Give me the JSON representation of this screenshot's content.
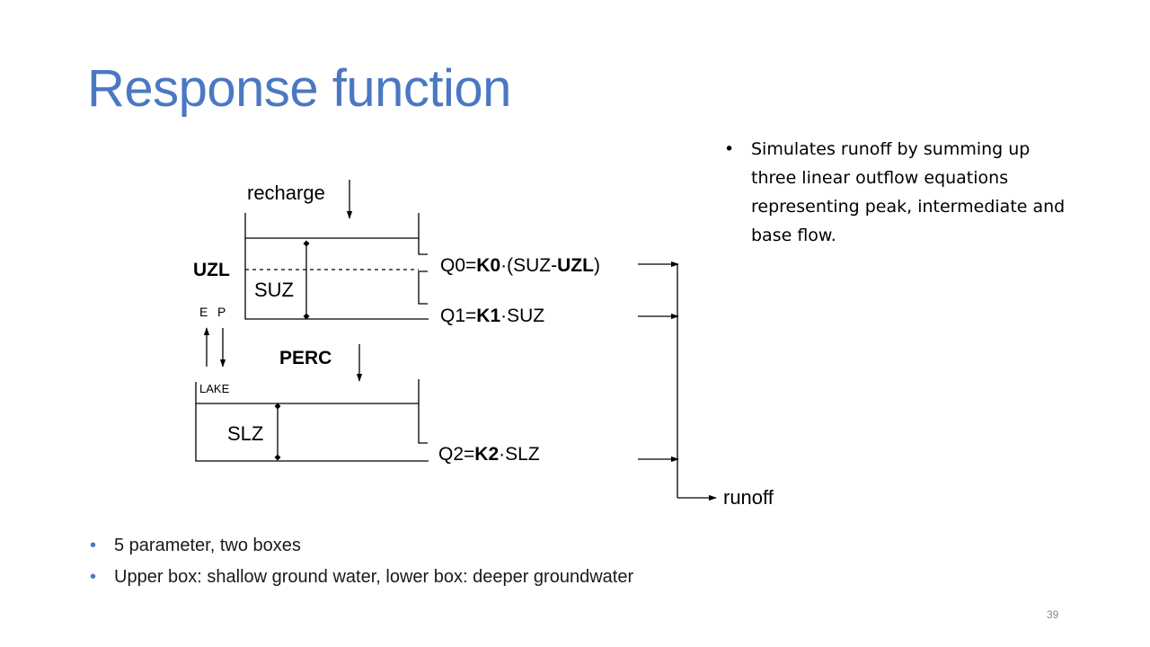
{
  "slide": {
    "title": "Response function",
    "title_color": "#4a78c2",
    "page_number": "39"
  },
  "notes": {
    "bullet_glyph": "•",
    "right_bullets": [
      "Simulates runoff by summing up three linear outflow equations representing peak, intermediate and base flow."
    ],
    "bottom_bullets": [
      "5 parameter, two boxes",
      "Upper box: shallow ground water, lower box: deeper groundwater"
    ]
  },
  "diagram": {
    "recharge": "recharge",
    "uzl": "UZL",
    "suz": "SUZ",
    "e": "E",
    "p": "P",
    "perc": "PERC",
    "lake": "LAKE",
    "slz": "SLZ",
    "runoff": "runoff",
    "q0": {
      "prefix": "Q0=",
      "param": "K0",
      "mid": "·(SUZ-",
      "param2": "UZL",
      "suffix": ")"
    },
    "q1": {
      "prefix": "Q1=",
      "param": "K1",
      "suffix": "·SUZ"
    },
    "q2": {
      "prefix": "Q2=",
      "param": "K2",
      "suffix": "·SLZ"
    }
  }
}
